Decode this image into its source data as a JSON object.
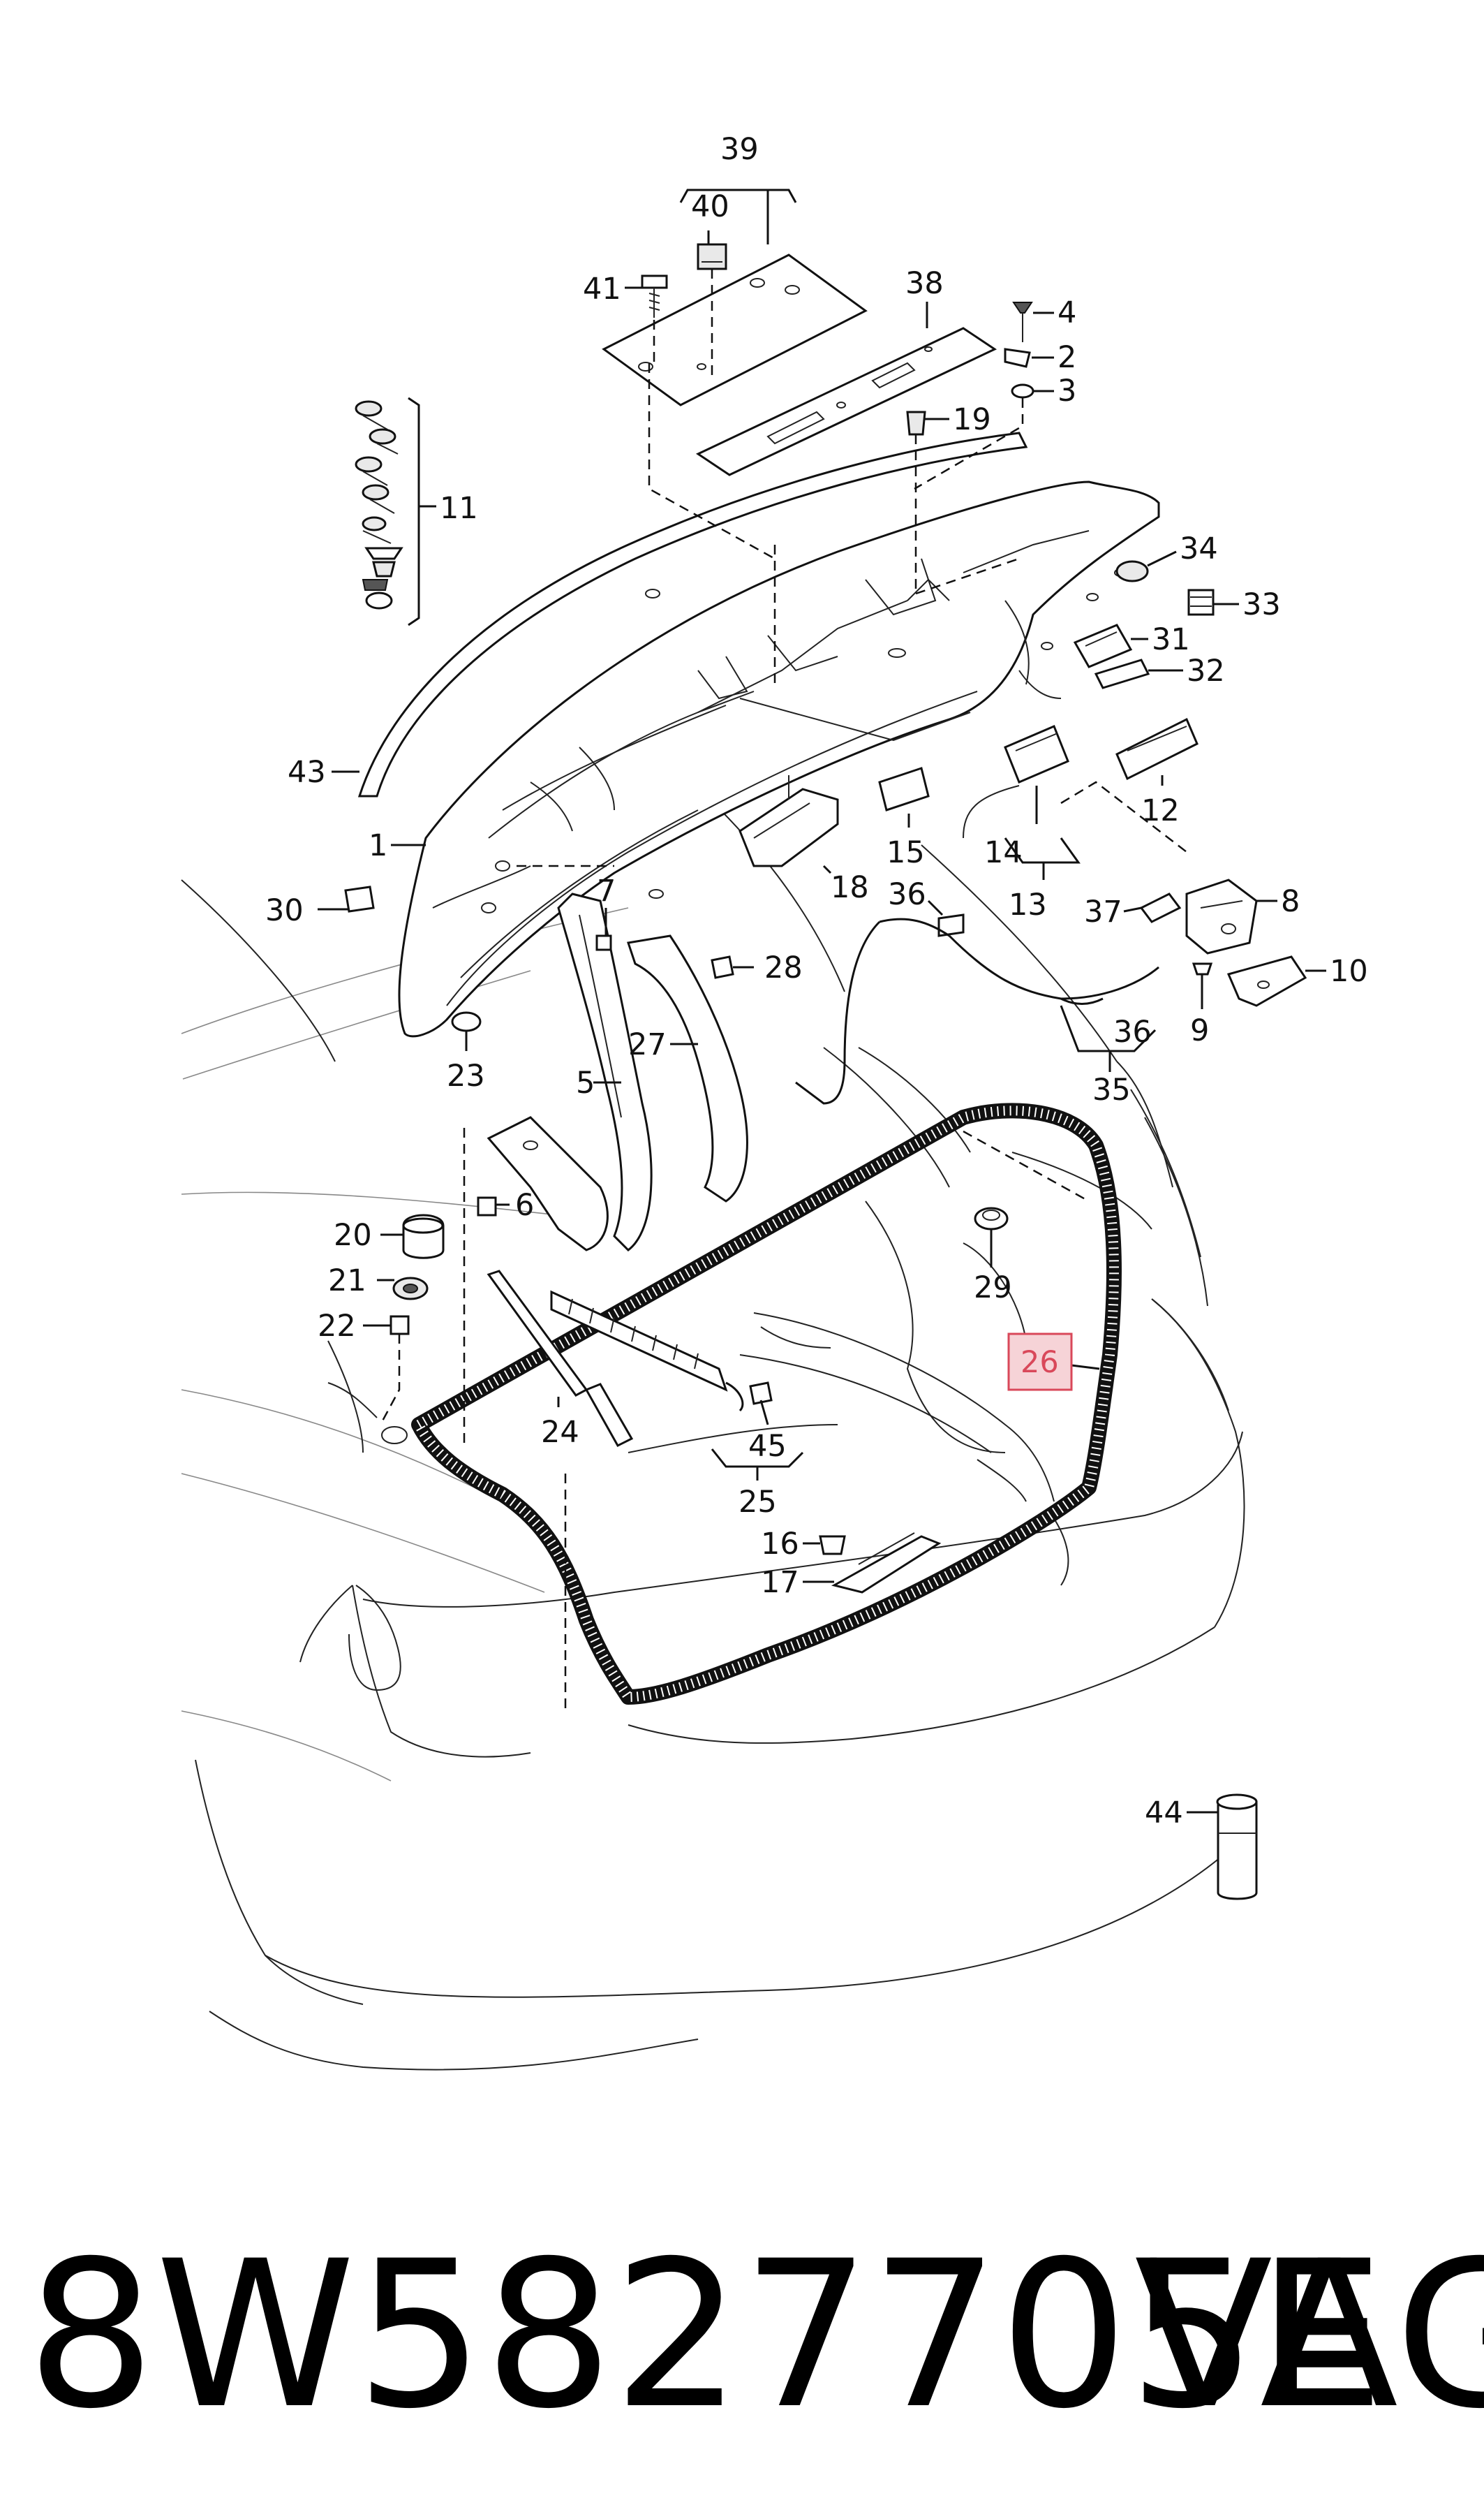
{
  "highlight": {
    "label": "26",
    "color": "#d9485a",
    "fill": "#f6d3d7"
  },
  "callouts": [
    "1",
    "2",
    "3",
    "4",
    "5",
    "6",
    "7",
    "8",
    "9",
    "10",
    "11",
    "12",
    "13",
    "14",
    "15",
    "16",
    "17",
    "18",
    "19",
    "20",
    "21",
    "22",
    "23",
    "24",
    "25",
    "26",
    "27",
    "28",
    "29",
    "30",
    "31",
    "32",
    "33",
    "34",
    "35",
    "36",
    "37",
    "38",
    "39",
    "40",
    "41",
    "43",
    "44",
    "45"
  ],
  "labels": {
    "c1": "1",
    "c2": "2",
    "c3": "3",
    "c4": "4",
    "c5": "5",
    "c6": "6",
    "c7": "7",
    "c8": "8",
    "c9": "9",
    "c10": "10",
    "c11": "11",
    "c12": "12",
    "c13": "13",
    "c14": "14",
    "c15": "15",
    "c16": "16",
    "c17": "17",
    "c18": "18",
    "c19": "19",
    "c20": "20",
    "c21": "21",
    "c22": "22",
    "c23": "23",
    "c24": "24",
    "c25": "25",
    "c26": "26",
    "c27": "27",
    "c28": "28",
    "c29": "29",
    "c30": "30",
    "c31": "31",
    "c32": "32",
    "c33": "33",
    "c34": "34",
    "c35": "35",
    "c36a": "36",
    "c36b": "36",
    "c37": "37",
    "c38": "38",
    "c39": "39",
    "c40": "40",
    "c41": "41",
    "c43": "43",
    "c44": "44",
    "c45": "45"
  },
  "footer": {
    "part_number": "8W5827705E",
    "brand": "VAG"
  }
}
